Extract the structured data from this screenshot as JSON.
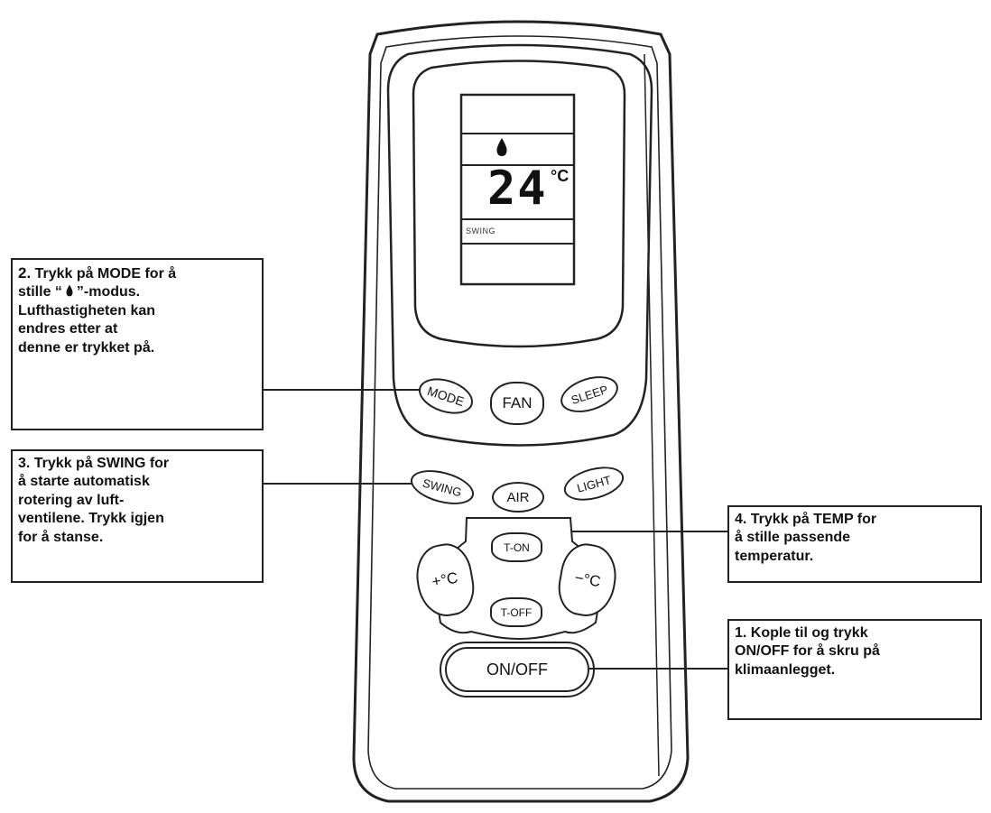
{
  "display": {
    "temperature": "24",
    "unit": "°C",
    "swing_label": "SWING",
    "mode_icon": "water-drop-icon"
  },
  "buttons": {
    "mode": "MODE",
    "fan": "FAN",
    "sleep": "SLEEP",
    "swing": "SWING",
    "air": "AIR",
    "light": "LIGHT",
    "t_on": "T-ON",
    "t_off": "T-OFF",
    "plus_c": "+°C",
    "minus_c": "−°C",
    "on_off": "ON/OFF"
  },
  "callouts": {
    "step2": {
      "number": "2.",
      "line1": "Trykk på MODE for å",
      "line2_pre": "stille  “",
      "line2_post": "”-modus.",
      "rest": "Lufthastigheten kan\nendres etter at\ndenne er trykket på."
    },
    "step3": {
      "text": "3. Trykk på SWING for\nå starte automatisk\nrotering av luft-\nventilene. Trykk igjen\nfor å stanse."
    },
    "step4": {
      "text": "4. Trykk på TEMP for\nå stille passende\ntemperatur."
    },
    "step1": {
      "text": "1. Kople til og trykk\nON/OFF for å skru på\nklimaanlegget."
    }
  }
}
